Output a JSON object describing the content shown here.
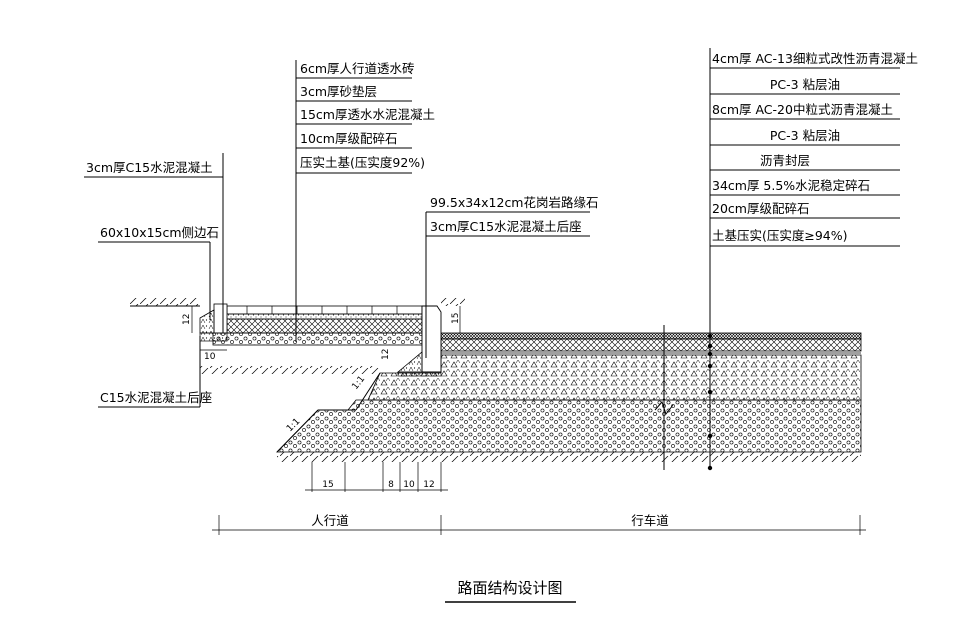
{
  "title": "路面结构设计图",
  "sidewalk_layers": [
    "6cm厚人行道透水砖",
    "3cm厚砂垫层",
    "15cm厚透水水泥混凝土",
    "10cm厚级配碎石",
    "压实土基(压实度92%)"
  ],
  "roadway_layers": [
    "4cm厚 AC-13细粒式改性沥青混凝土",
    "PC-3 粘层油",
    "8cm厚 AC-20中粒式沥青混凝土",
    "PC-3 粘层油",
    "沥青封层",
    "34cm厚 5.5%水泥稳定碎石",
    "20cm厚级配碎石",
    "土基压实(压实度≥94%)"
  ],
  "curb_labels": [
    "99.5x34x12cm花岗岩路缘石",
    "3cm厚C15水泥混凝土后座"
  ],
  "left_labels": {
    "c15_bed": "3cm厚C15水泥混凝土",
    "edge_stone": "60x10x15cm侧边石",
    "c15_back": "C15水泥混凝土后座"
  },
  "dims": {
    "d15_bottom": "15",
    "d8": "8",
    "d10": "10",
    "d12": "12",
    "d15_curb": "15",
    "d12_left": "12",
    "d10_left": "10",
    "d12_curb": "12"
  },
  "slopes": [
    "1:1",
    "1:1"
  ],
  "zones": {
    "sidewalk": "人行道",
    "roadway": "行车道"
  }
}
